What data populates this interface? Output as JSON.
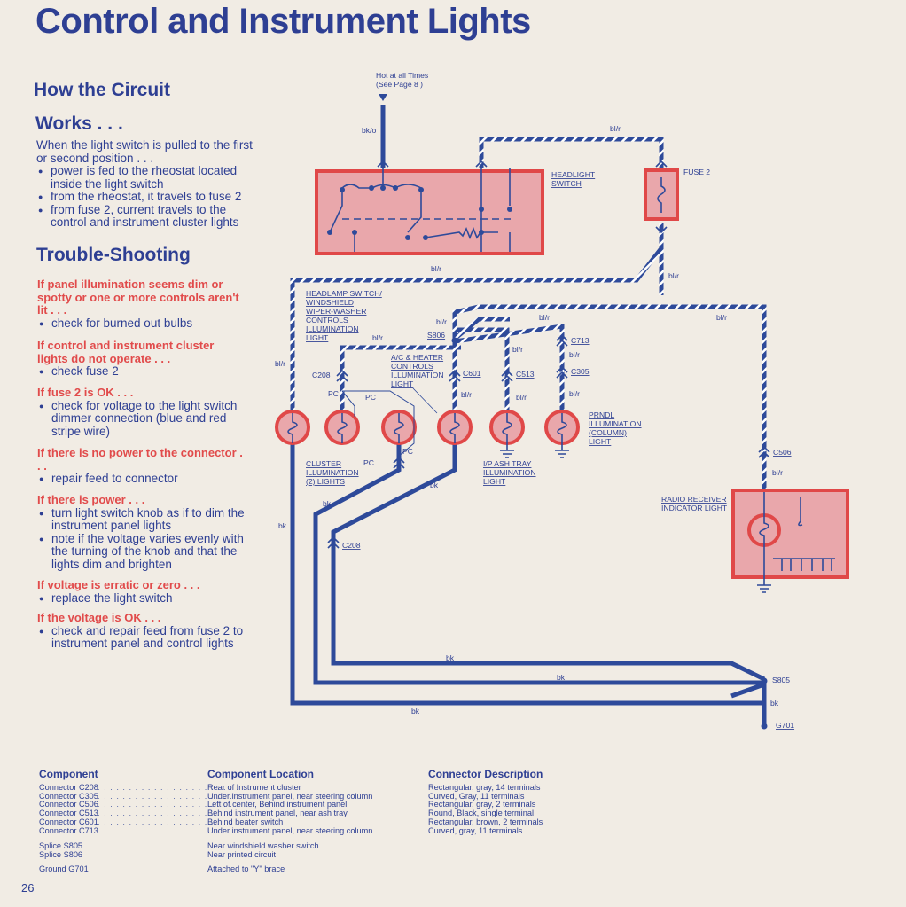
{
  "title": "Control and Instrument Lights",
  "how_heading": "How the Circuit",
  "works_heading": "Works . . .",
  "intro": "When the light switch is pulled to the first or second position . . .",
  "circuit_steps": [
    "power is fed to the rheostat located inside the light switch",
    "from the rheostat, it travels to fuse 2",
    "from fuse 2, current travels to the control and instrument cluster lights"
  ],
  "trouble_heading": "Trouble-Shooting",
  "troubleshooting": [
    {
      "condition": "If panel illumination seems dim or spotty or one or more controls aren't lit . . .",
      "steps": [
        "check for burned out bulbs"
      ]
    },
    {
      "condition": "If control and instrument cluster lights do not operate . . .",
      "steps": [
        "check fuse 2"
      ]
    },
    {
      "condition": "If fuse 2 is OK . . .",
      "steps": [
        "check for voltage to the light switch dimmer connection (blue and red stripe wire)"
      ]
    },
    {
      "condition": "If there is no power to the connector . . .",
      "steps": [
        "repair feed to connector"
      ]
    },
    {
      "condition": "If there is power . . .",
      "steps": [
        "turn light switch knob as if to dim the instrument panel lights",
        "note if the voltage varies evenly with the turning of the knob and that the lights dim and brighten"
      ]
    },
    {
      "condition": "If voltage is erratic or zero . . .",
      "steps": [
        "replace the light switch"
      ]
    },
    {
      "condition": "If the voltage is OK . . .",
      "steps": [
        "check and repair feed from fuse 2 to instrument panel and control lights"
      ]
    }
  ],
  "diagram": {
    "hot_label_1": "Hot at all Times",
    "hot_label_2": "(See Page 8 )",
    "headlight_switch_1": "HEADLIGHT",
    "headlight_switch_2": "SWITCH",
    "fuse_label": "FUSE 2",
    "wire_bko": "bk/o",
    "wire_blr": "bl/r",
    "wire_bk": "bk",
    "hdlamp_1": "HEADLAMP SWITCH/",
    "hdlamp_2": "WINDSHIELD",
    "hdlamp_3": "WIPER-WASHER",
    "hdlamp_4": "CONTROLS",
    "hdlamp_5": "ILLUMINATION",
    "hdlamp_6": "LIGHT",
    "ac_1": "A/C & HEATER",
    "ac_2": "CONTROLS",
    "ac_3": "ILLUMINATION",
    "ac_4": "LIGHT",
    "cluster_1": "CLUSTER",
    "cluster_2": "ILLUMINATION",
    "cluster_3": "(2) LIGHTS",
    "ash_1": "I/P ASH TRAY",
    "ash_2": "ILLUMINATION",
    "ash_3": "LIGHT",
    "prndl_1": "PRNDL",
    "prndl_2": "ILLUMINATION",
    "prndl_3": "(COLUMN)",
    "prndl_4": "LIGHT",
    "radio_1": "RADIO RECEIVER",
    "radio_2": "INDICATOR LIGHT",
    "pc": "PC",
    "s806": "S806",
    "s805": "S805",
    "g701": "G701",
    "c208": "C208",
    "c601": "C601",
    "c513": "C513",
    "c713": "C713",
    "c305": "C305",
    "c506": "C506"
  },
  "table": {
    "headers": [
      "Component",
      "Component Location",
      "Connector Description"
    ],
    "components": [
      "Connector C208",
      "Connector C305",
      "Connector C506",
      "Connector C513",
      "Connector C601",
      "Connector C713"
    ],
    "locations": [
      "Rear of Instrument cluster",
      "Under instrument panel, near steering column",
      "Left of center, Behind instrument panel",
      "Behind instrument panel, near ash tray",
      "Behind heater switch",
      "Under instrument panel, near steering column"
    ],
    "descriptions": [
      "Rectangular, gray, 14 terminals",
      "Curved, Gray, 11 terminals",
      "Rectangular, gray, 2 terminals",
      "Round, Black, single terminal",
      "Rectangular, brown, 2 terminals",
      "Curved, gray, 11 terminals"
    ],
    "splices": [
      "Splice S805",
      "Splice S806"
    ],
    "splice_locations": [
      "Near windshield washer switch",
      "Near printed circuit"
    ],
    "ground": "Ground G701",
    "ground_location": "Attached to \"Y\" brace"
  },
  "page_number": "26",
  "colors": {
    "wire_blue": "#2e4a9a",
    "switch_fill": "#e9a7ab",
    "switch_border": "#e04848",
    "heading": "#2e3f93",
    "condition_red": "#e14b4b"
  }
}
